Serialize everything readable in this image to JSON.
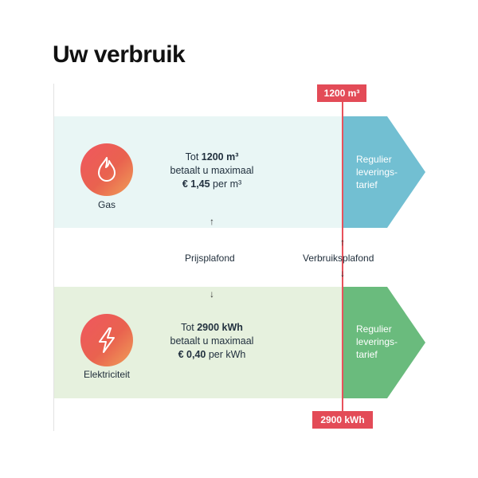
{
  "title": "Uw verbruik",
  "colors": {
    "accent_red": "#e34b57",
    "gas_band": "#e9f6f5",
    "gas_arrow": "#72bfd2",
    "electricity_band": "#e6f1de",
    "electricity_arrow": "#6abb7d"
  },
  "gas": {
    "icon": "flame-icon",
    "label": "Gas",
    "line1_prefix": "Tot ",
    "line1_bold": "1200 m³",
    "line2": "betaalt u maximaal",
    "line3_bold": "€ 1,45",
    "line3_suffix": " per m³",
    "rate_line1": "Regulier",
    "rate_line2": "leverings-",
    "rate_line3": "tarief"
  },
  "electricity": {
    "icon": "lightning-bolt-icon",
    "label": "Elektriciteit",
    "line1_prefix": "Tot ",
    "line1_bold": "2900 kWh",
    "line2": "betaalt u maximaal",
    "line3_bold": "€ 0,40",
    "line3_suffix": " per kWh",
    "rate_line1": "Regulier",
    "rate_line2": "leverings-",
    "rate_line3": "tarief"
  },
  "labels": {
    "prijsplafond": "Prijsplafond",
    "verbruiksplafond": "Verbruiksplafond",
    "cap_top": "1200 m³",
    "cap_bottom": "2900 kWh",
    "arrow_up": "↑",
    "arrow_down": "↓"
  }
}
